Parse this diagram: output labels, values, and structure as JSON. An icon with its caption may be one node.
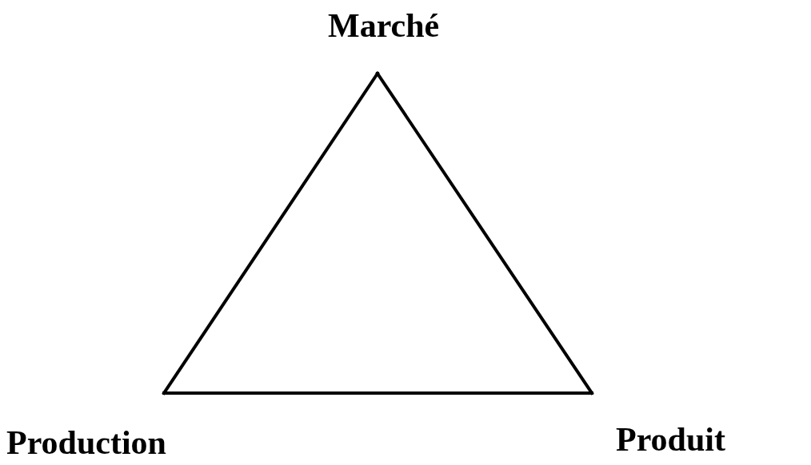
{
  "diagram": {
    "nodes": [
      {
        "text": [
          "Marché"
        ]
      },
      {
        "text": [
          "Production"
        ]
      },
      {
        "text": [
          "Produit"
        ]
      }
    ],
    "edges": [
      {
        "from": 0,
        "to": 1,
        "arrow": "none"
      },
      {
        "from": 0,
        "to": 2,
        "arrow": "none"
      },
      {
        "from": 1,
        "to": 2,
        "arrow": "none"
      }
    ]
  }
}
